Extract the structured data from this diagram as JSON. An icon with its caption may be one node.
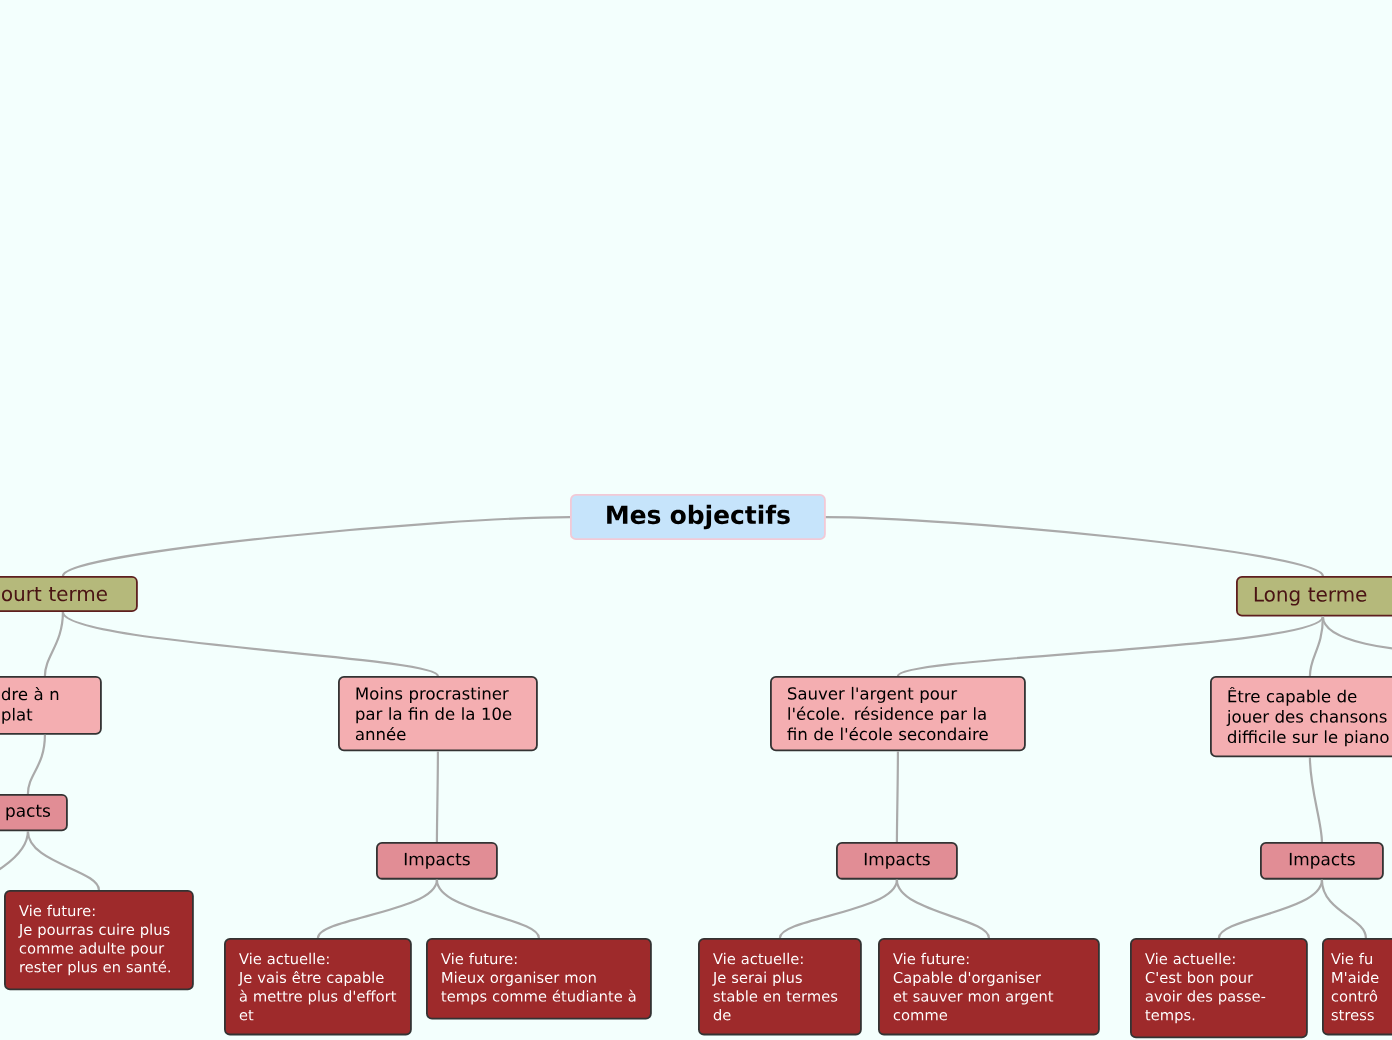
{
  "diagram": {
    "nodes": [
      {
        "text": [
          "Mes objectifs"
        ]
      },
      {
        "text": [
          "ourt terme"
        ]
      },
      {
        "text": [
          "Long terme"
        ]
      },
      {
        "text": [
          "dre à n plat"
        ]
      },
      {
        "text": [
          "Moins procrastiner par la fin de la 10e année"
        ]
      },
      {
        "text": [
          "Sauver l'argent pour l'école. résidence par la fin de l'école secondaire"
        ]
      },
      {
        "text": [
          "Être capable de jouer des chansons difficile sur le piano"
        ]
      },
      {
        "text": [
          "pacts"
        ]
      },
      {
        "text": [
          "Vie future:",
          "Je pourras cuire plus comme adulte pour rester plus en santé."
        ]
      },
      {
        "text": [
          "Impacts"
        ]
      },
      {
        "text": [
          "Vie actuelle:",
          "Je vais être capable à mettre plus d'effort et"
        ]
      },
      {
        "text": [
          "Vie future:",
          "Mieux organiser mon temps comme étudiante à"
        ]
      },
      {
        "text": [
          "Impacts"
        ]
      },
      {
        "text": [
          "Vie actuelle:",
          "Je serai plus stable en termes de"
        ]
      },
      {
        "text": [
          "Vie future:",
          "Capable d'organiser et sauver mon argent comme"
        ]
      },
      {
        "text": [
          "Impacts"
        ]
      },
      {
        "text": [
          "Vie actuelle:",
          "C'est bon pour avoir des passe-temps."
        ]
      },
      {
        "text": [
          "Vie fu",
          "M'aide contrô stress"
        ]
      }
    ],
    "edges": [
      {
        "from": 0,
        "to": 1,
        "arrow": "none"
      },
      {
        "from": 0,
        "to": 2,
        "arrow": "none"
      },
      {
        "from": 1,
        "to": 3,
        "arrow": "none"
      },
      {
        "from": 1,
        "to": 4,
        "arrow": "none"
      },
      {
        "from": 2,
        "to": 5,
        "arrow": "none"
      },
      {
        "from": 2,
        "to": 6,
        "arrow": "none"
      },
      {
        "from": 2,
        "to": null,
        "arrow": "none"
      },
      {
        "from": 3,
        "to": 7,
        "arrow": "none"
      },
      {
        "from": 7,
        "to": null,
        "arrow": "none"
      },
      {
        "from": 7,
        "to": 8,
        "arrow": "none"
      },
      {
        "from": 4,
        "to": 9,
        "arrow": "none"
      },
      {
        "from": 9,
        "to": 10,
        "arrow": "none"
      },
      {
        "from": 9,
        "to": 11,
        "arrow": "none"
      },
      {
        "from": 5,
        "to": 12,
        "arrow": "none"
      },
      {
        "from": 12,
        "to": 13,
        "arrow": "none"
      },
      {
        "from": 12,
        "to": 14,
        "arrow": "none"
      },
      {
        "from": 6,
        "to": 15,
        "arrow": "none"
      },
      {
        "from": 15,
        "to": 16,
        "arrow": "none"
      },
      {
        "from": 15,
        "to": 17,
        "arrow": "none"
      }
    ]
  }
}
